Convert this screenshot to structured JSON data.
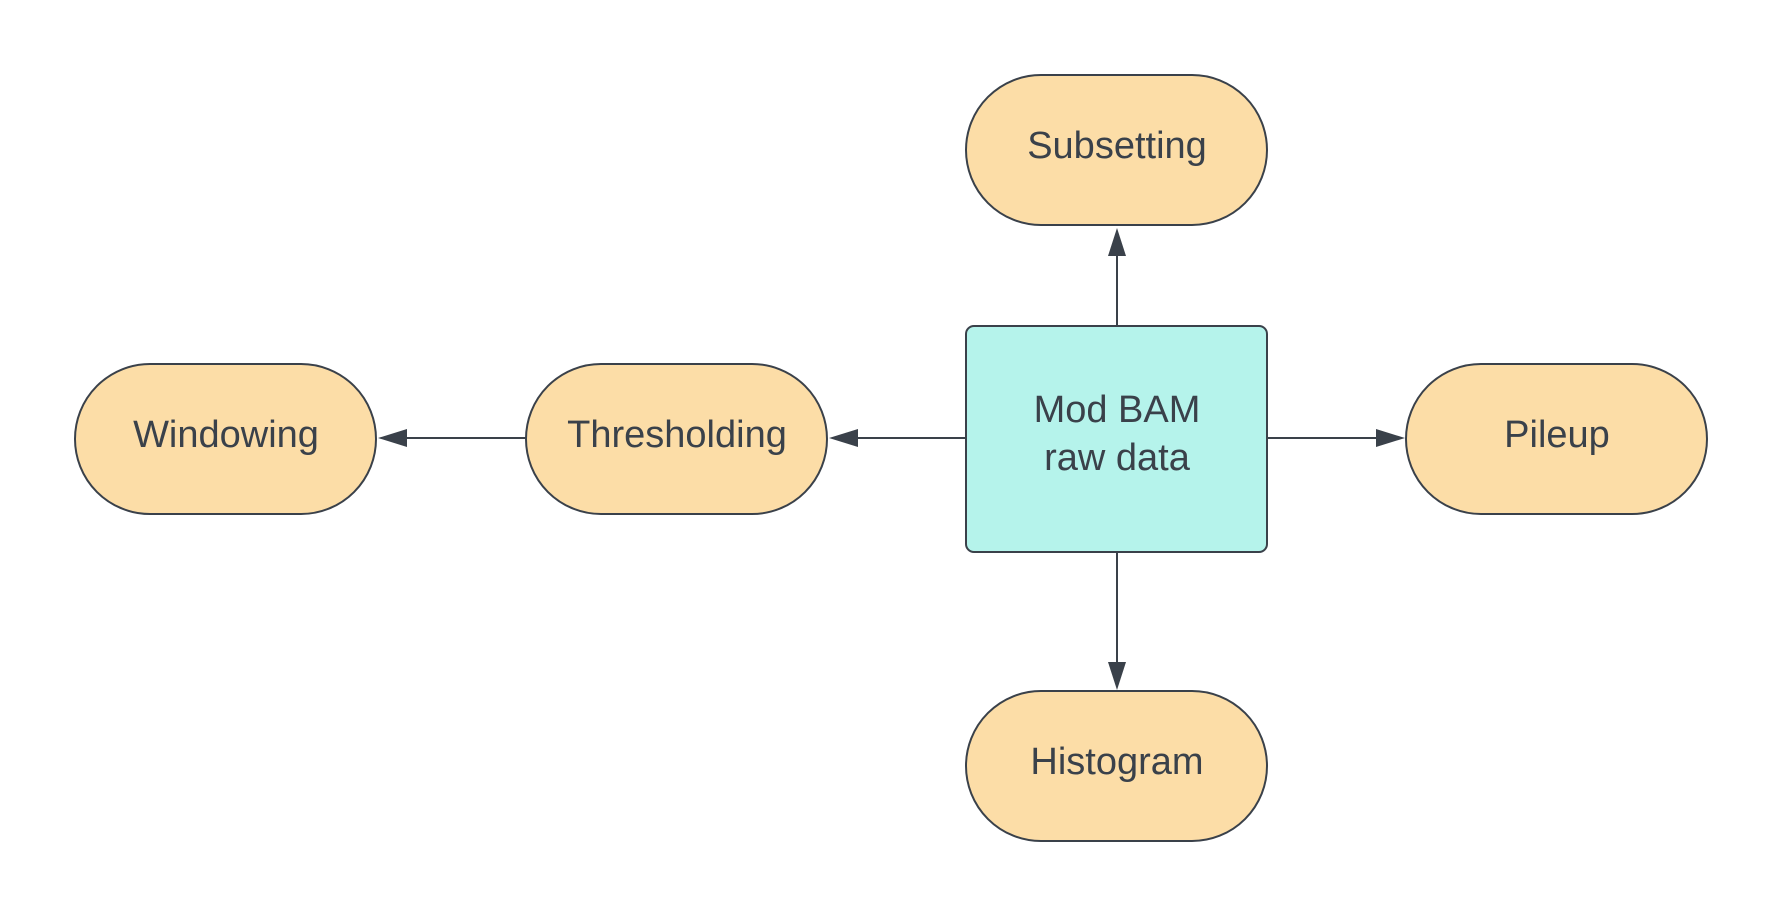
{
  "diagram": {
    "center": {
      "label_line1": "Mod BAM",
      "label_line2": "raw data"
    },
    "nodes": {
      "subsetting": "Subsetting",
      "thresholding": "Thresholding",
      "windowing": "Windowing",
      "pileup": "Pileup",
      "histogram": "Histogram"
    },
    "colors": {
      "process_fill": "#fcdda7",
      "data_fill": "#b5f3eb",
      "stroke": "#3a414a",
      "text": "#3a414a",
      "background": "#ffffff"
    }
  }
}
